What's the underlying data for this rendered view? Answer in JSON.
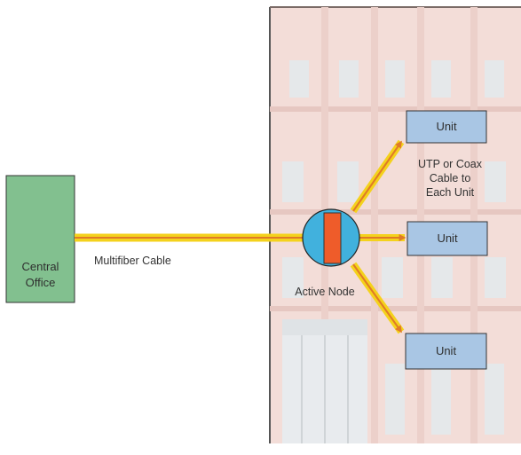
{
  "central_office": {
    "label_line1": "Central",
    "label_line2": "Office"
  },
  "cable": {
    "label": "Multifiber Cable"
  },
  "node": {
    "label": "Active Node"
  },
  "units": [
    {
      "label": "Unit"
    },
    {
      "label": "Unit"
    },
    {
      "label": "Unit"
    }
  ],
  "branch_cable": {
    "line1": "UTP or Coax",
    "line2": "Cable to",
    "line3": "Each Unit"
  },
  "colors": {
    "central_office_fill": "#82c08f",
    "cable_yellow": "#f4d21c",
    "cable_core": "#e07a27",
    "node_circle": "#41b1dd",
    "node_device": "#ef5c2a",
    "unit_fill": "#a9c6e4",
    "building": "#f1d6d1"
  }
}
